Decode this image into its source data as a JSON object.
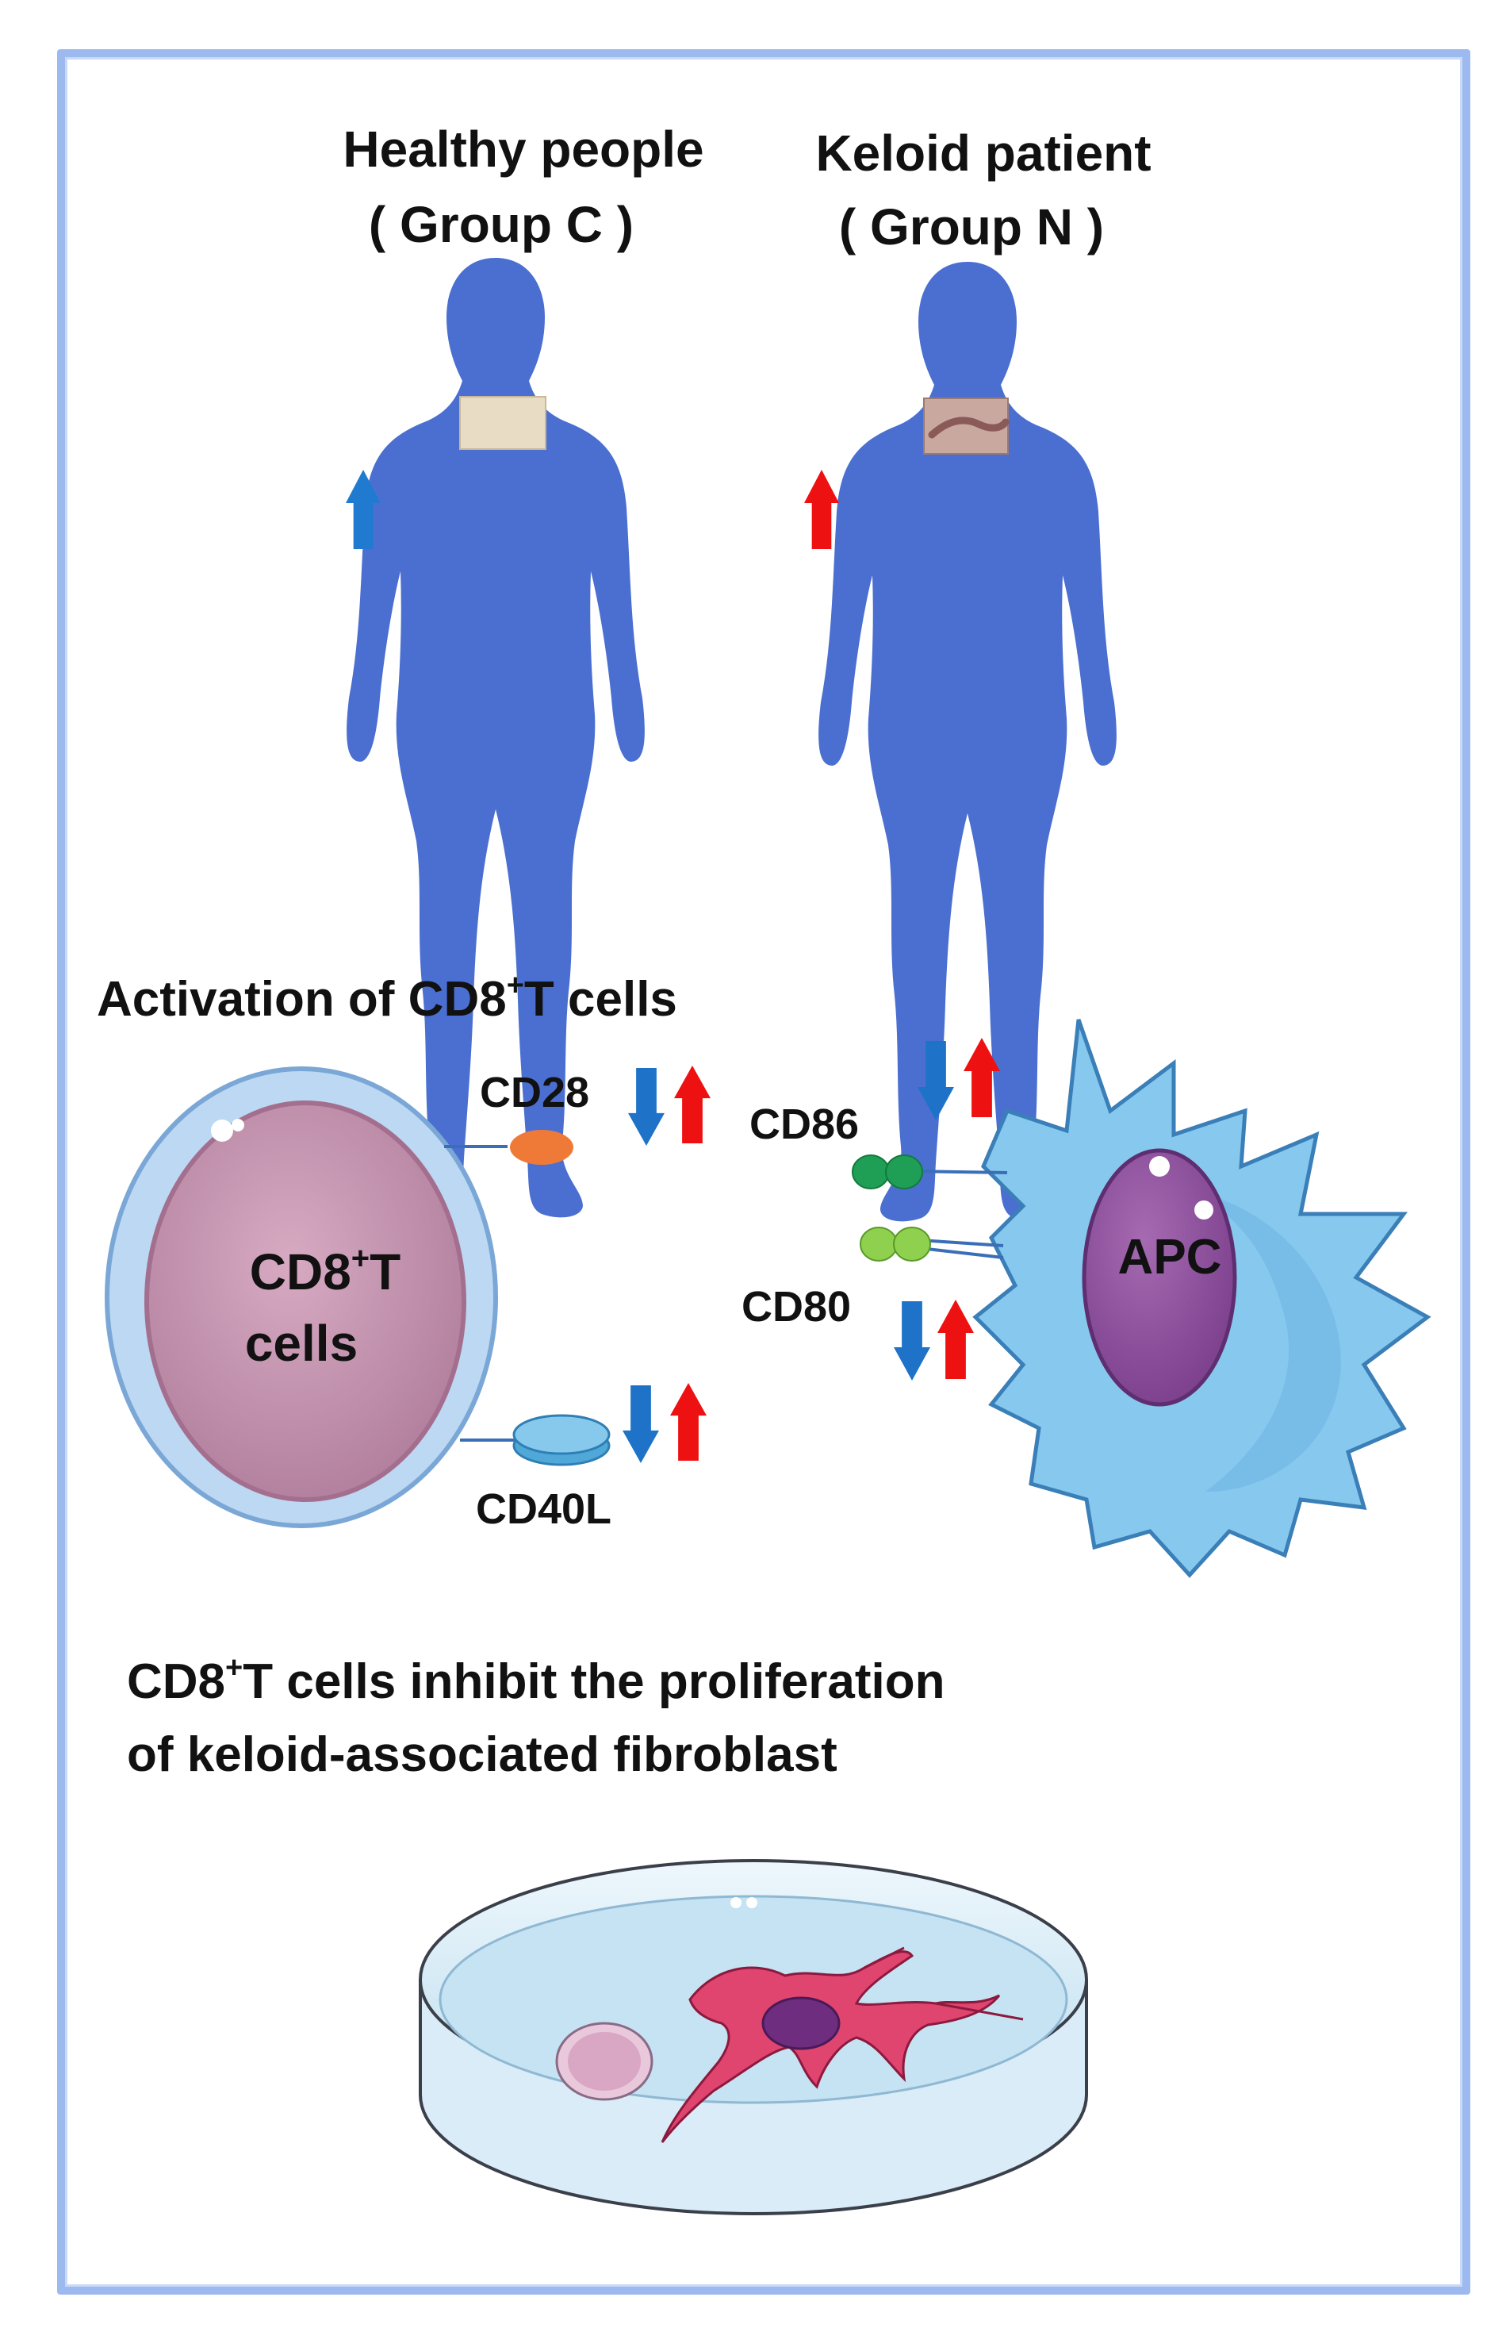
{
  "groups": {
    "healthy": {
      "line1": "Healthy people",
      "line2": "( Group C )",
      "color": "#4a6fd1",
      "arrow_color": "#1f7ad0"
    },
    "keloid": {
      "line1": "Keloid patient",
      "line2": "( Group N )",
      "color": "#f0121a",
      "arrow_color": "#ee1111"
    }
  },
  "activation": {
    "title": "Activation of CD8",
    "sup": "+",
    "title_end": "T cells"
  },
  "tcell": {
    "line1_main": "CD8",
    "line1_sup": "+",
    "line1_end": "T",
    "line2": "cells"
  },
  "molecules": {
    "cd28": "CD28",
    "cd40l": "CD40L",
    "cd86": "CD86",
    "cd80": "CD80",
    "apc": "APC"
  },
  "inhibit": {
    "line1_a": "CD8",
    "line1_sup": "+",
    "line1_b": "T cells inhibit the proliferation",
    "line2": "of keloid-associated fibroblast"
  },
  "colors": {
    "down_arrow": "#1e73c8",
    "up_arrow": "#ee1111",
    "tcell_membrane": "#bcd8f2",
    "tcell_nucleus": "#c493ae",
    "apc_body": "#86c8ee",
    "apc_nucleus": "#8c4e9c",
    "cd28": "#ef7a38",
    "cd86_80": "#1f9e55",
    "fibroblast": "#e0456f"
  }
}
